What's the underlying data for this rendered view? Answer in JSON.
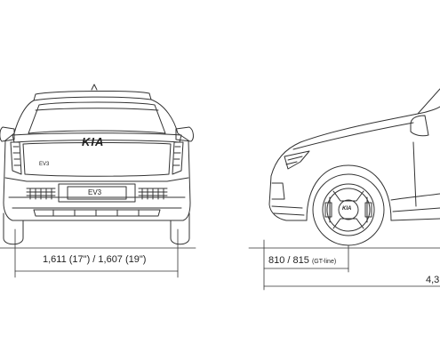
{
  "diagram": {
    "line_color": "#333333",
    "rear_view": {
      "logo_text": "KIA",
      "model_badge": "EV3",
      "plate_text": "EV3",
      "track_width_label": "1,611 (17\") / 1,607 (19\")"
    },
    "side_view": {
      "front_overhang_label": "810 / 815",
      "front_overhang_note": "(GT-line)",
      "length_label_partial": "4,3",
      "wheel_logo_text": "KIA"
    }
  }
}
